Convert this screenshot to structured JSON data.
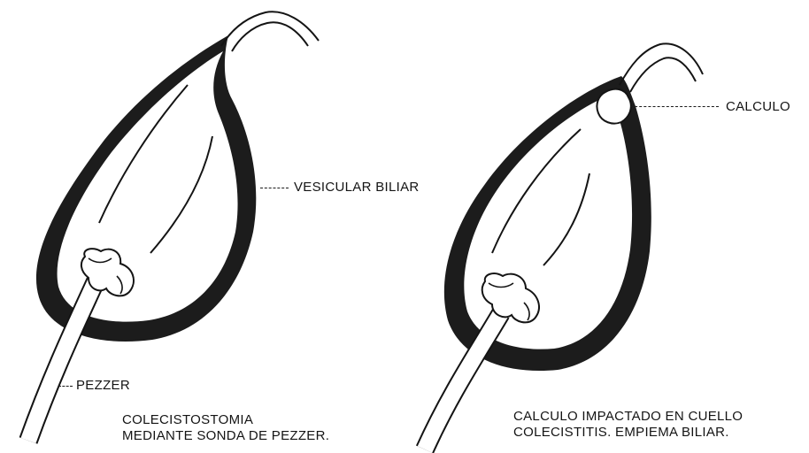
{
  "left_panel": {
    "label_vesicula": "VESICULAR BILIAR",
    "label_pezzer": "PEZZER",
    "caption_line1": "COLECISTOSTOMIA",
    "caption_line2": "MEDIANTE SONDA DE PEZZER."
  },
  "right_panel": {
    "label_calculo": "CALCULO",
    "caption_line1": "CALCULO IMPACTADO EN CUELLO",
    "caption_line2": "COLECISTITIS. EMPIEMA BILIAR."
  },
  "colors": {
    "ink": "#141414",
    "wall": "#1c1c1c",
    "paper": "#ffffff"
  }
}
